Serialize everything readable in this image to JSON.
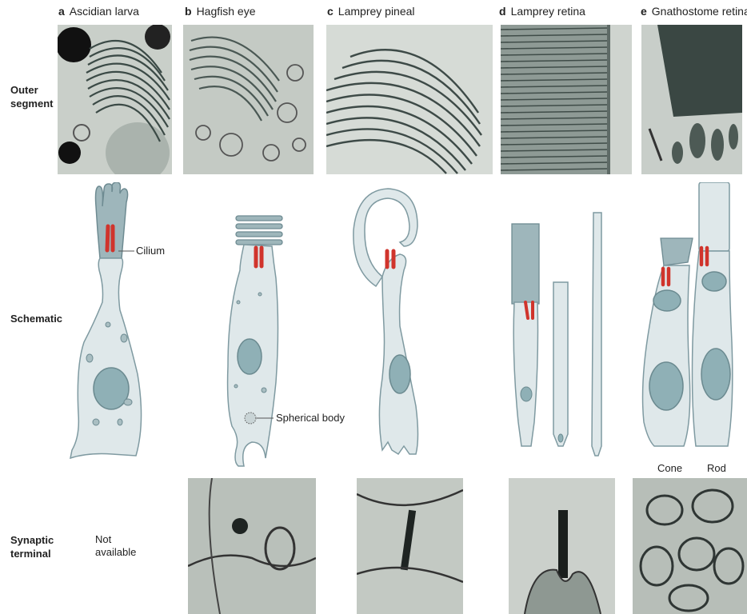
{
  "columns": [
    {
      "letter": "a",
      "title": "Ascidian larva"
    },
    {
      "letter": "b",
      "title": "Hagfish eye"
    },
    {
      "letter": "c",
      "title": "Lamprey pineal"
    },
    {
      "letter": "d",
      "title": "Lamprey retina"
    },
    {
      "letter": "e",
      "title": "Gnathostome retina"
    }
  ],
  "rows": {
    "outer_segment": "Outer segment",
    "schematic": "Schematic",
    "synaptic_terminal": "Synaptic terminal"
  },
  "not_available": "Not available",
  "annotations": {
    "cilium": "Cilium",
    "spherical_body": "Spherical body",
    "cone": "Cone",
    "rod": "Rod"
  },
  "colors": {
    "cell_fill": "#dfe8ea",
    "cell_stroke": "#7f9aa1",
    "nucleus": "#8fb0b6",
    "cilium": "#d0342c",
    "micrograph_dark": "#3a4a48",
    "micrograph_light": "#dfe4e0"
  }
}
